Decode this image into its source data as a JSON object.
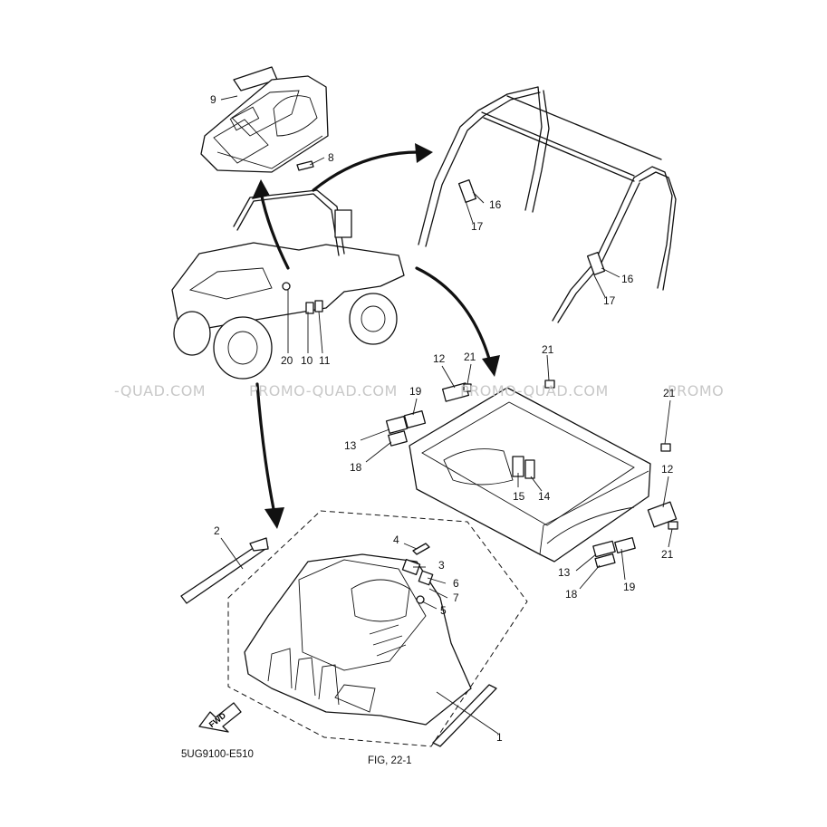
{
  "diagram": {
    "part_code": "5UG9100-E510",
    "figure_ref": "FIG, 22-1",
    "fwd_label": "FWD",
    "watermarks": [
      "-QUAD.COM",
      "PROMO-QUAD.COM",
      "PROMO-QUAD.COM",
      "PROMO"
    ],
    "callouts": [
      "9",
      "8",
      "16",
      "17",
      "16",
      "17",
      "20",
      "10",
      "11",
      "12",
      "21",
      "21",
      "19",
      "13",
      "18",
      "15",
      "14",
      "21",
      "12",
      "21",
      "2",
      "4",
      "3",
      "6",
      "7",
      "5",
      "13",
      "18",
      "19",
      "1"
    ]
  }
}
